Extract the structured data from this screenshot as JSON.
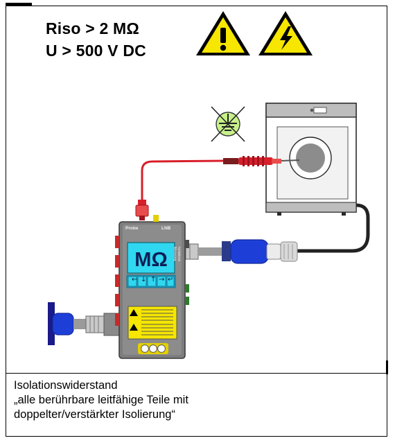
{
  "requirements": {
    "line1": "Riso > 2 MΩ",
    "line2": "U > 500 V DC"
  },
  "tester": {
    "display": "MΩ",
    "port_probe": "Probe",
    "port_lnb": "LNB",
    "side_label_1": "Isolations",
    "side_label_2": "Messung"
  },
  "caption": {
    "line1": "Isolationswiderstand",
    "line2": "„alle berührbare leitfähige Teile mit",
    "line3": "doppelter/verstärkter Isolierung“"
  },
  "colors": {
    "warning_yellow": "#f6e600",
    "probe_red": "#d81f2a",
    "plug_blue": "#1d3fd8",
    "screen_cyan": "#2fd7f0",
    "tester_grey": "#7d7d7d",
    "ground_symbol_green": "#c7f08a"
  },
  "icons": [
    "warning-exclamation-icon",
    "high-voltage-icon",
    "no-protective-earth-icon"
  ]
}
